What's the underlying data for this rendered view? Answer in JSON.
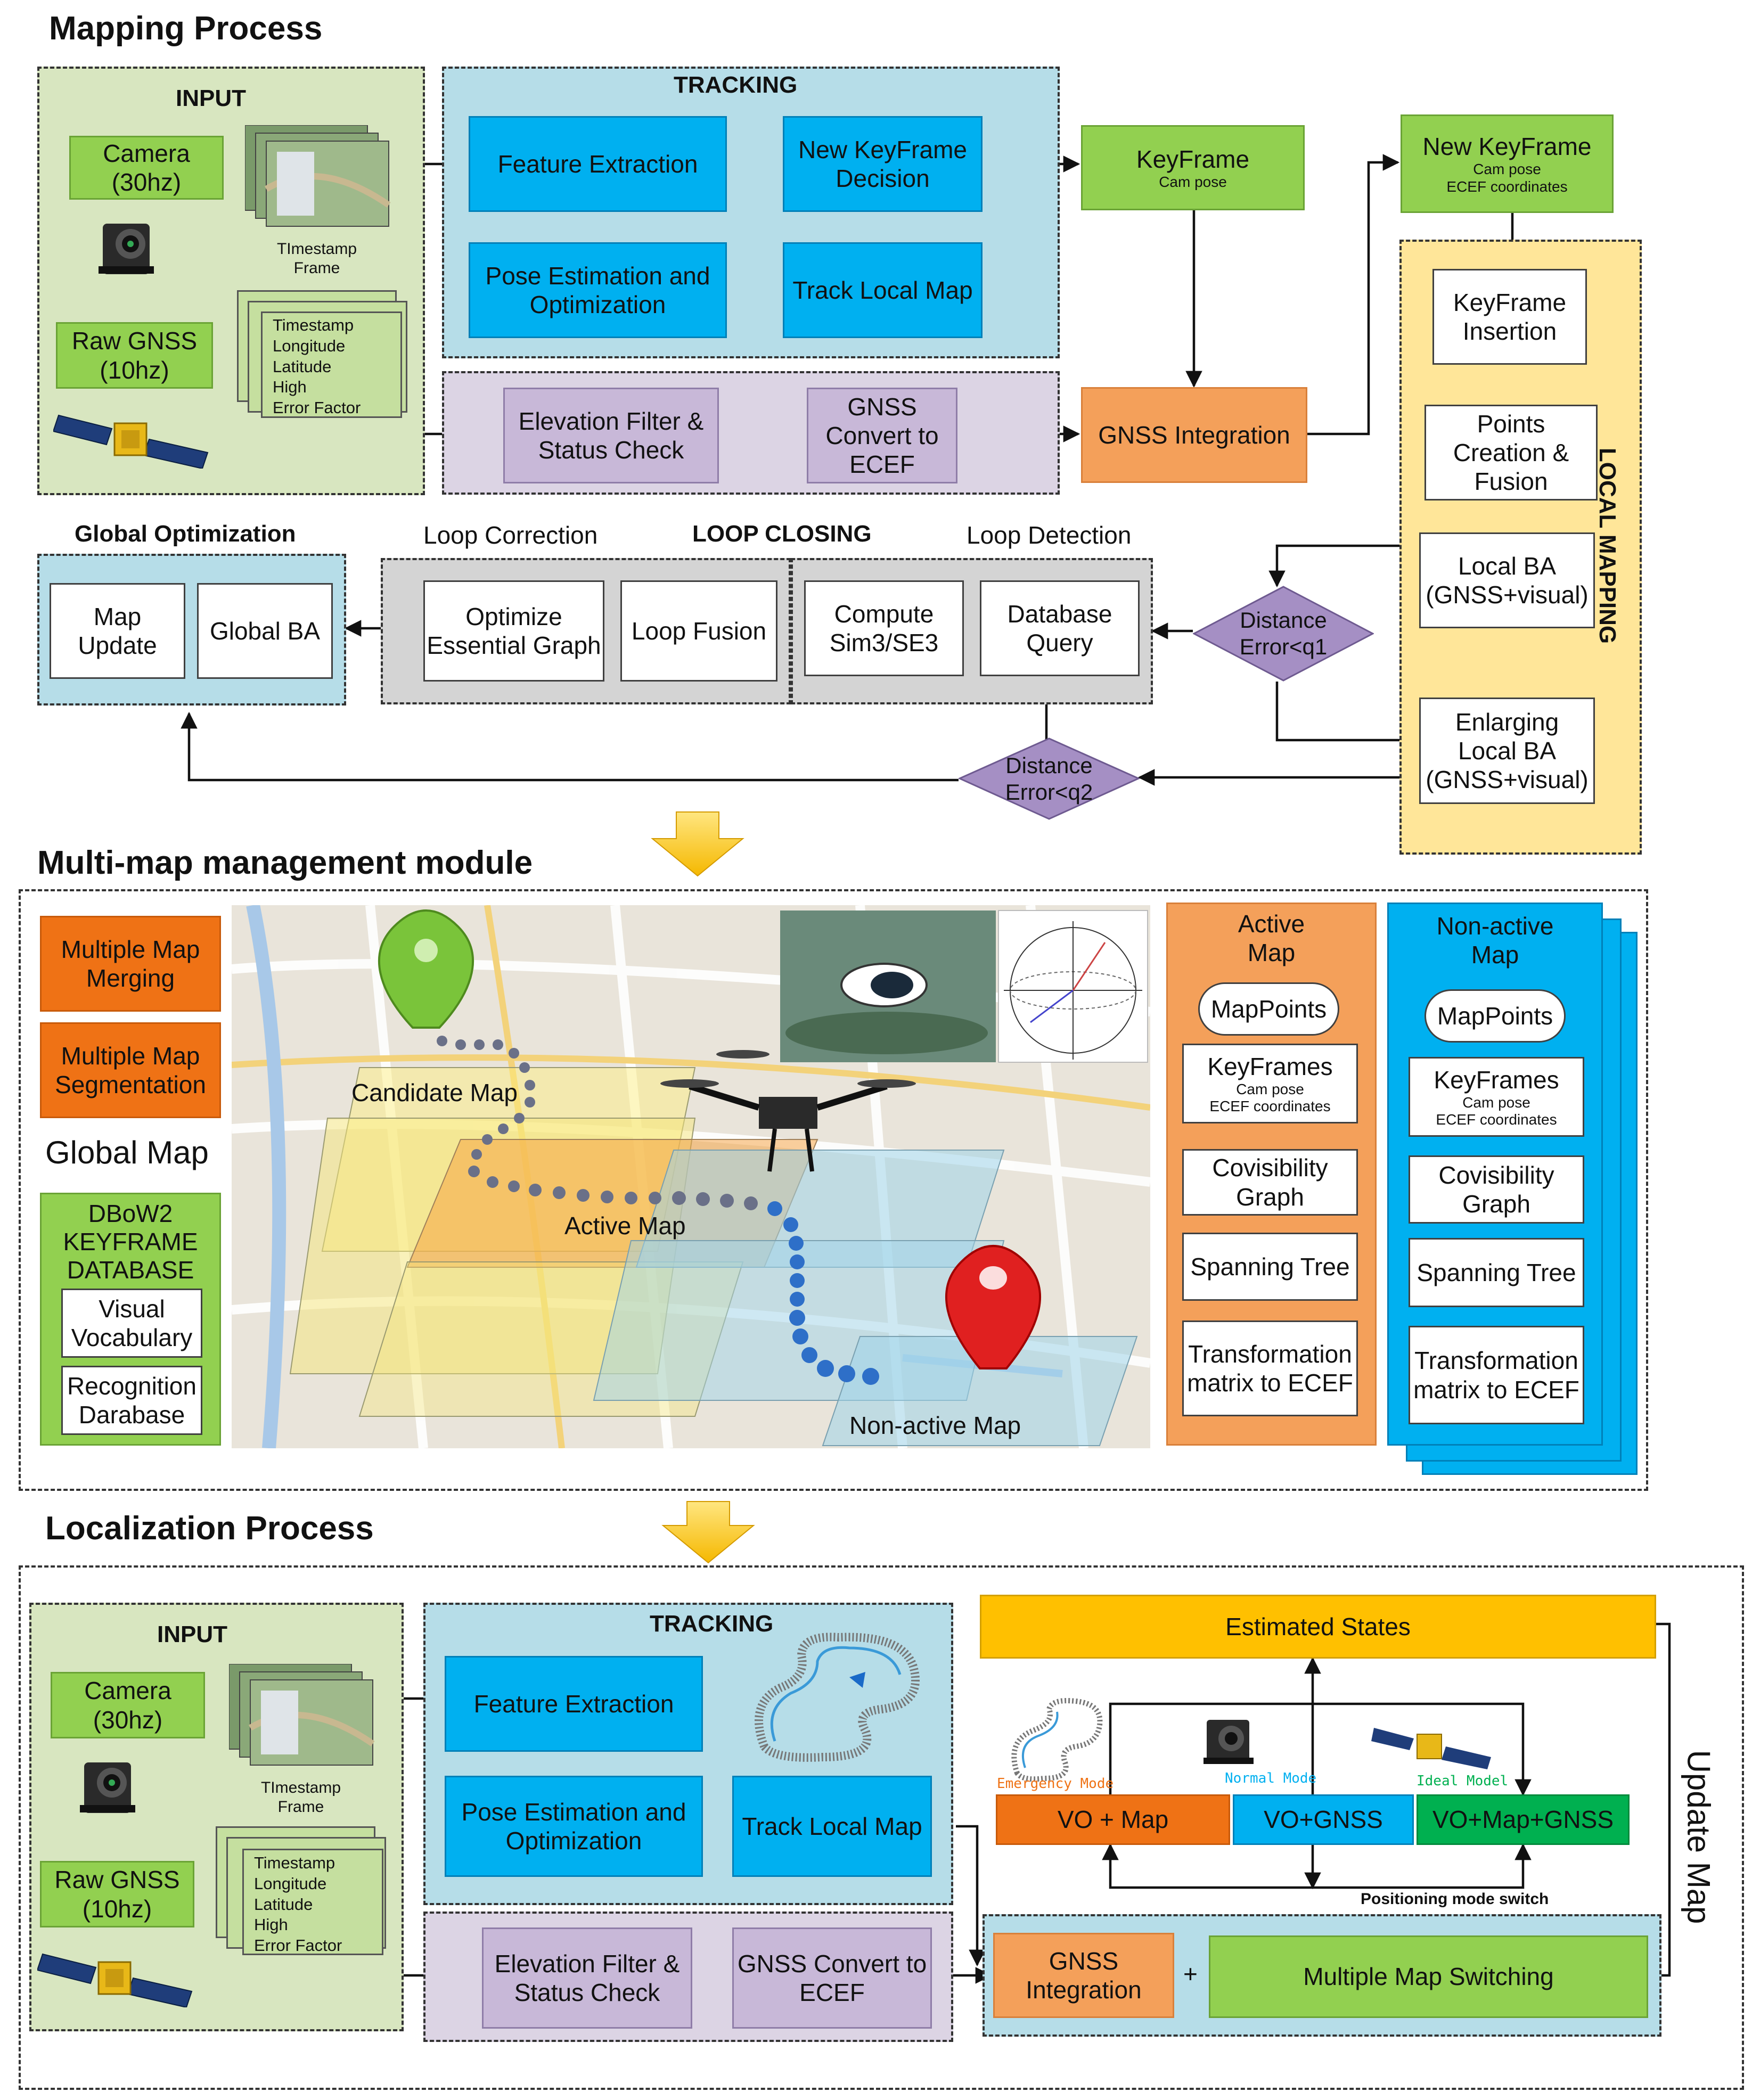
{
  "section_titles": {
    "mapping": "Mapping Process",
    "multimap": "Multi-map management module",
    "localization": "Localization Process"
  },
  "mapping": {
    "input": {
      "title": "INPUT",
      "camera": "Camera\n(30hz)",
      "timestamp_frame": "TImestamp\nFrame",
      "raw_gnss": "Raw GNSS\n(10hz)",
      "gnss_fields": [
        "Timestamp",
        "Longitude",
        "Latitude",
        "High",
        "Error Factor"
      ]
    },
    "tracking": {
      "title": "TRACKING",
      "feature_extraction": "Feature Extraction",
      "new_keyframe_decision": "New KeyFrame\nDecision",
      "pose_estimation": "Pose Estimation and\nOptimization",
      "track_local_map": "Track Local Map"
    },
    "gnss_processing": {
      "elevation_filter": "Elevation Filter &\nStatus Check",
      "gnss_convert": "GNSS\nConvert to\nECEF"
    },
    "keyframe": {
      "title": "KeyFrame",
      "sub": "Cam pose"
    },
    "gnss_integration": "GNSS Integration",
    "new_keyframe": {
      "title": "New KeyFrame",
      "sub": "Cam pose\nECEF coordinates"
    },
    "local_mapping": {
      "title": "LOCAL MAPPING",
      "keyframe_insertion": "KeyFrame\nInsertion",
      "points_creation": "Points\nCreation &\nFusion",
      "local_ba": "Local BA\n(GNSS+visual)",
      "enlarging_local_ba": "Enlarging\nLocal BA\n(GNSS+visual)"
    },
    "global_optimization": {
      "title": "Global Optimization",
      "map_update": "Map\nUpdate",
      "global_ba": "Global BA"
    },
    "loop_closing": {
      "title": "LOOP CLOSING",
      "loop_correction": "Loop Correction",
      "loop_detection": "Loop Detection",
      "optimize_graph": "Optimize\nEssential Graph",
      "loop_fusion": "Loop Fusion",
      "compute_sim3": "Compute\nSim3/SE3",
      "database_query": "Database\nQuery"
    },
    "decision_q1": "Distance\nError<q1",
    "decision_q2": "Distance\nError<q2"
  },
  "multimap": {
    "merging": "Multiple Map\nMerging",
    "segmentation": "Multiple Map\nSegmentation",
    "global_map": "Global Map",
    "dbow2": "DBoW2\nKEYFRAME\nDATABASE",
    "visual_vocabulary": "Visual\nVocabulary",
    "recognition_database": "Recognition\nDarabase",
    "map_labels": {
      "candidate": "Candidate Map",
      "active": "Active Map",
      "nonactive": "Non-active Map"
    },
    "active_map": {
      "title": "Active\nMap",
      "mappoints": "MapPoints",
      "keyframes": "KeyFrames",
      "keyframes_sub": "Cam pose\nECEF coordinates",
      "covisibility": "Covisibility\nGraph",
      "spanning_tree": "Spanning Tree",
      "transformation": "Transformation\nmatrix to ECEF"
    },
    "nonactive_map": {
      "title": "Non-active\nMap",
      "mappoints": "MapPoints",
      "keyframes": "KeyFrames",
      "keyframes_sub": "Cam pose\nECEF coordinates",
      "covisibility": "Covisibility\nGraph",
      "spanning_tree": "Spanning Tree",
      "transformation": "Transformation\nmatrix to ECEF"
    }
  },
  "localization": {
    "input": {
      "title": "INPUT",
      "camera": "Camera\n(30hz)",
      "timestamp_frame": "TImestamp\nFrame",
      "raw_gnss": "Raw GNSS\n(10hz)",
      "gnss_fields": [
        "Timestamp",
        "Longitude",
        "Latitude",
        "High",
        "Error Factor"
      ]
    },
    "tracking": {
      "title": "TRACKING",
      "feature_extraction": "Feature Extraction",
      "pose_estimation": "Pose Estimation and\nOptimization",
      "track_local_map": "Track Local Map"
    },
    "gnss_processing": {
      "elevation_filter": "Elevation Filter &\nStatus Check",
      "gnss_convert": "GNSS Convert to\nECEF"
    },
    "estimated_states": "Estimated States",
    "modes": {
      "emergency": "Emergency Mode",
      "normal": "Normal Mode",
      "ideal": "Ideal Model"
    },
    "vo_map": "VO + Map",
    "vo_gnss": "VO+GNSS",
    "vo_map_gnss": "VO+Map+GNSS",
    "positioning_switch": "Positioning mode switch",
    "gnss_integration": "GNSS\nIntegration",
    "plus": "+",
    "multiple_map_switching": "Multiple Map Switching",
    "update_map": "Update Map"
  },
  "colors": {
    "green": "#92d050",
    "blue": "#00b0f0",
    "orange": "#f4a05a",
    "dark_orange": "#ef7215",
    "purple": "#c8b8d8",
    "gold": "#ffc000",
    "dark_green": "#00b050",
    "input_panel": "#d8e6c0",
    "tracking_panel": "#b6dde8",
    "gnss_panel": "#dcd4e4",
    "local_mapping_panel": "#ffe699",
    "loop_panel": "#d4d4d4",
    "diamond": "#a58fc4"
  }
}
